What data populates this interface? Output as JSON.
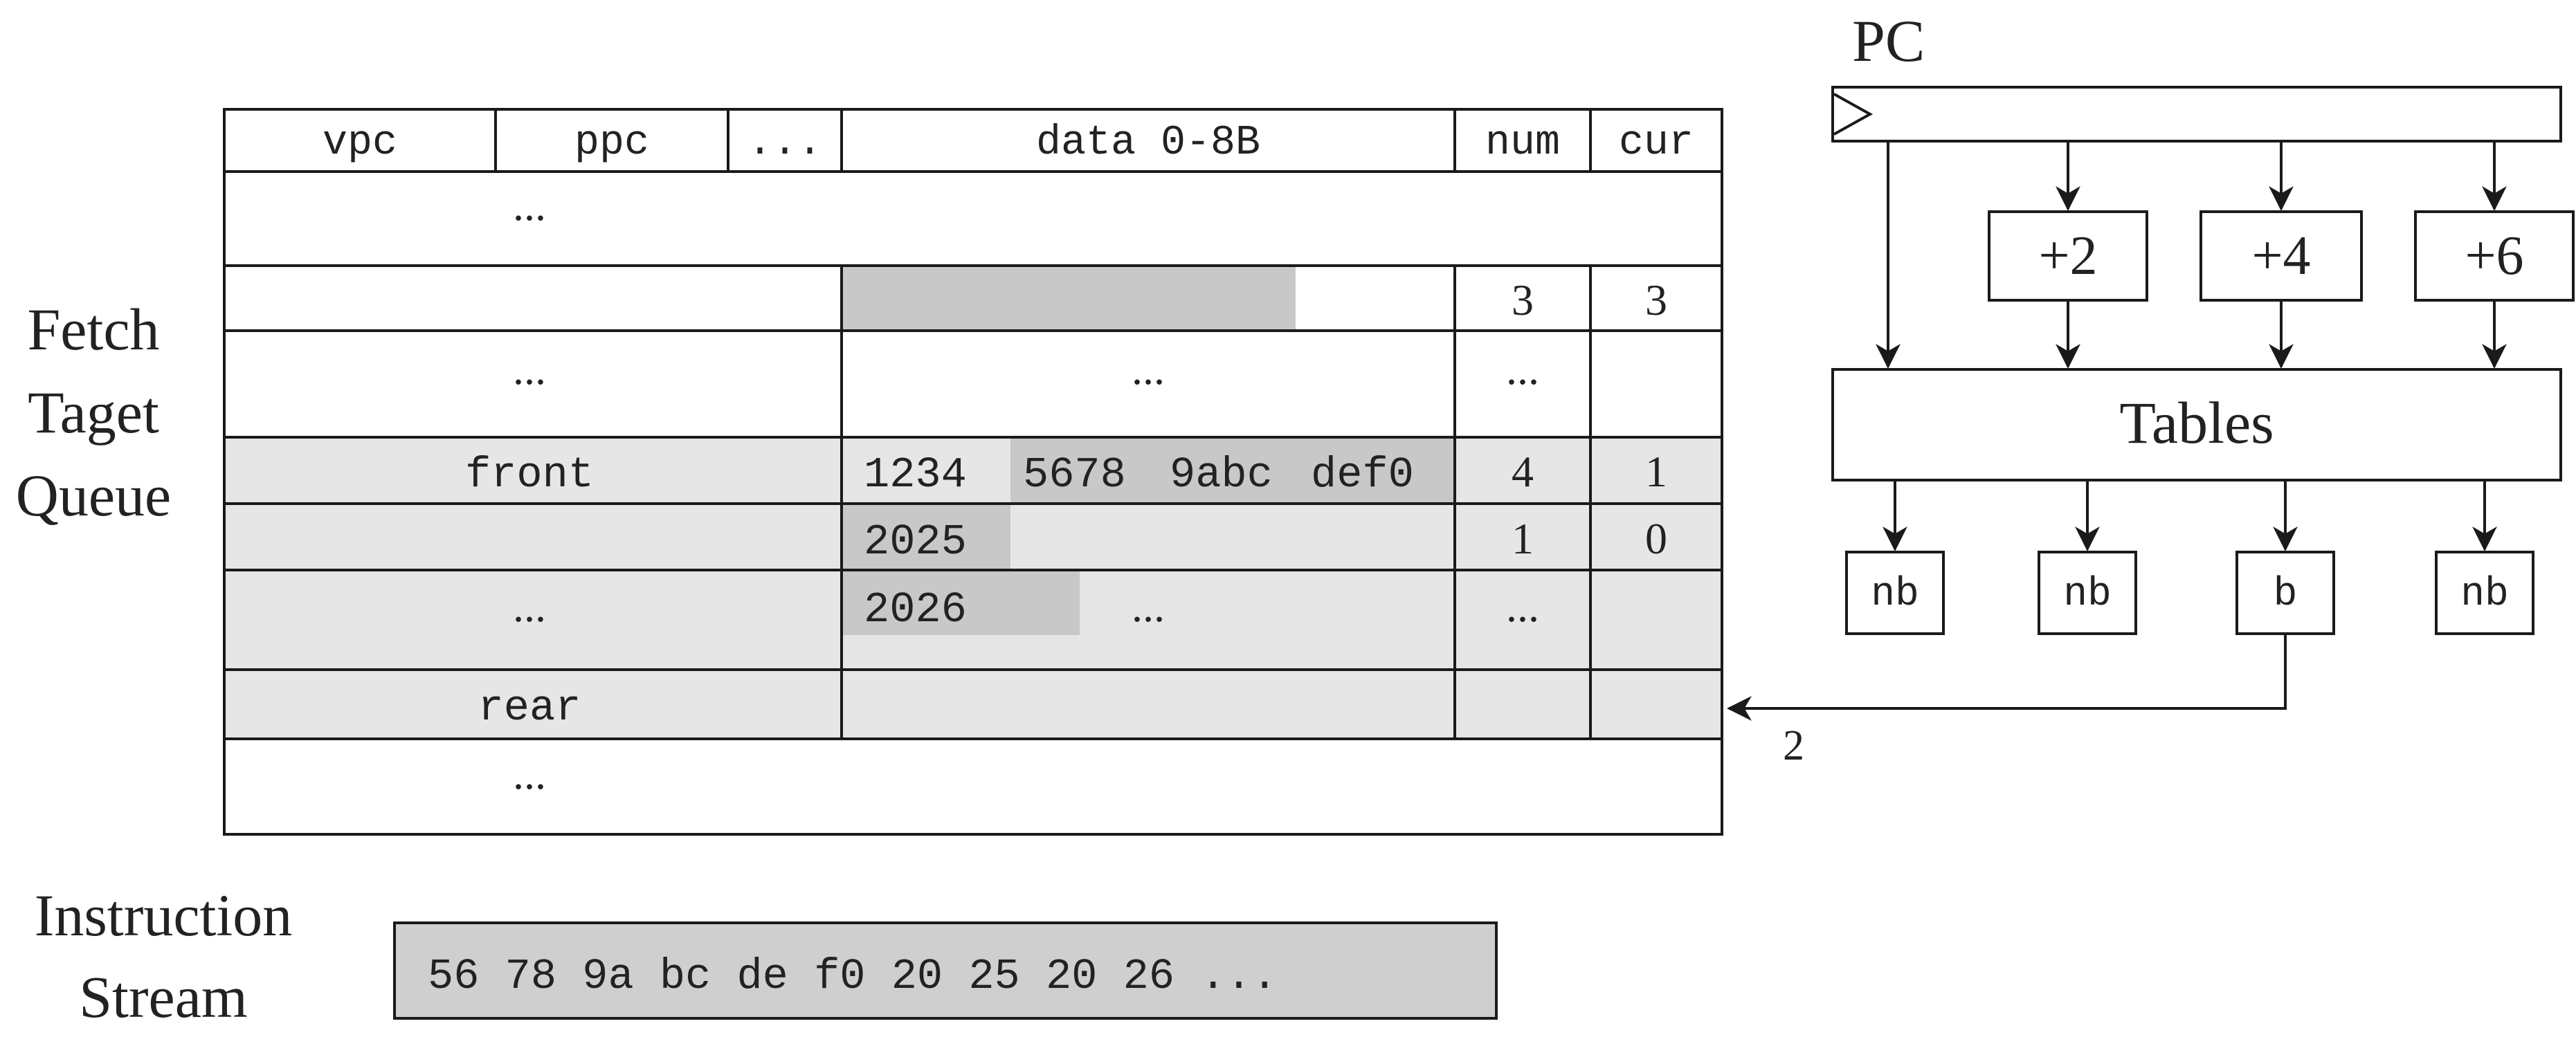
{
  "side_labels": {
    "fetch_target_queue": [
      "Fetch",
      "Taget",
      "Queue"
    ],
    "instruction_stream": [
      "Instruction",
      "Stream"
    ],
    "pc": "PC"
  },
  "queue_table": {
    "headers": {
      "vpc": "vpc",
      "ppc": "ppc",
      "dots": "...",
      "data": "data 0-8B",
      "num": "num",
      "cur": "cur"
    },
    "rows": [
      {
        "label": "...",
        "data": [],
        "data_dots": "",
        "num": "",
        "cur": ""
      },
      {
        "label": "",
        "data": [],
        "data_dots": "",
        "num": "3",
        "cur": "3"
      },
      {
        "label": "...",
        "data": [],
        "data_dots": "...",
        "num": "...",
        "cur": ""
      },
      {
        "label": "front",
        "data": [
          "1234",
          "5678",
          "9abc",
          "def0"
        ],
        "data_dots": "",
        "num": "4",
        "cur": "1"
      },
      {
        "label": "",
        "data": [
          "2025"
        ],
        "data_dots": "",
        "num": "1",
        "cur": "0"
      },
      {
        "label": "...",
        "data": [
          "2026"
        ],
        "data_dots": "...",
        "num": "...",
        "cur": ""
      },
      {
        "label": "rear",
        "data": [],
        "data_dots": "",
        "num": "",
        "cur": ""
      },
      {
        "label": "...",
        "data": [],
        "data_dots": "",
        "num": "",
        "cur": ""
      }
    ]
  },
  "instruction_stream": {
    "bytes": "56 78 9a bc de f0 20 25 20 26 ..."
  },
  "predictor": {
    "adders": [
      "+2",
      "+4",
      "+6"
    ],
    "tables_label": "Tables",
    "outputs": [
      "nb",
      "nb",
      "b",
      "nb"
    ],
    "enqueue_count": "2"
  },
  "colors": {
    "line": "#1a1a1a",
    "row_fill": "#e6e6e6",
    "highlight_fill": "#c8c8c8",
    "stream_fill": "#cfcfcf"
  }
}
